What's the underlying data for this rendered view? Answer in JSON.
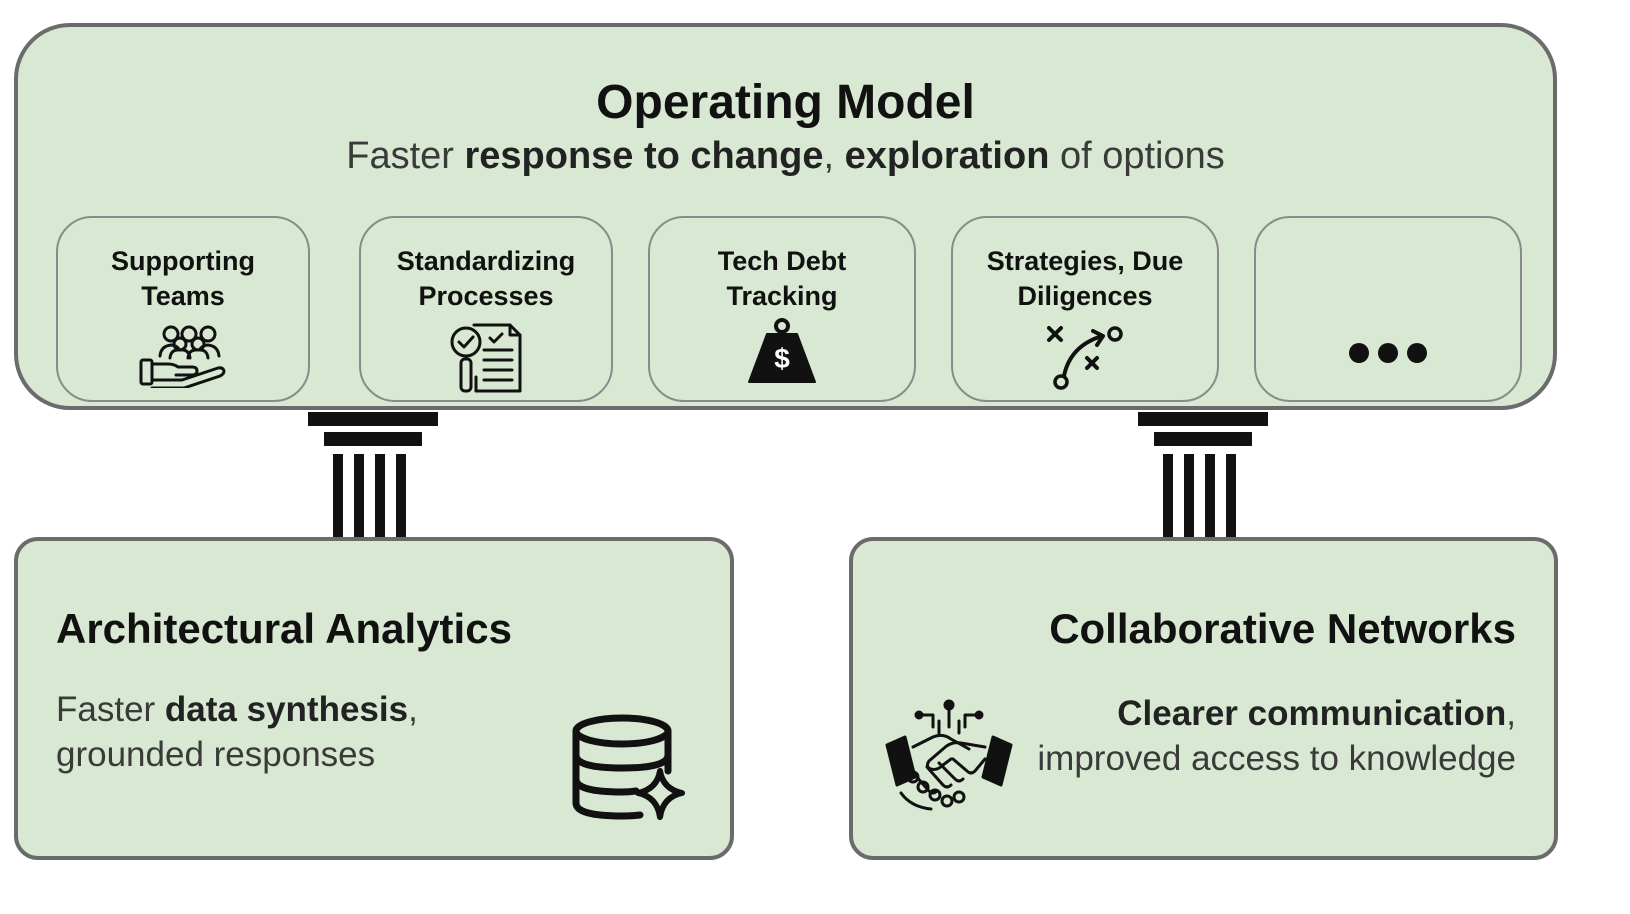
{
  "operating_model": {
    "title": "Operating Model",
    "subtitle": {
      "part1": "Faster ",
      "bold1": "response to change",
      "part2": ", ",
      "bold2": "exploration",
      "part3": " of options"
    },
    "cards": [
      {
        "line1": "Supporting",
        "line2": "Teams",
        "icon": "hand-holding-people-icon"
      },
      {
        "line1": "Standardizing",
        "line2": "Processes",
        "icon": "checklist-magnifier-icon"
      },
      {
        "line1": "Tech Debt",
        "line2": "Tracking",
        "icon": "money-weight-icon"
      },
      {
        "line1": "Strategies, Due",
        "line2": "Diligences",
        "icon": "strategy-play-icon"
      },
      {
        "line1": "",
        "line2": "",
        "icon": "more-dots-icon"
      }
    ]
  },
  "architectural_analytics": {
    "title": "Architectural Analytics",
    "desc": {
      "part1": "Faster ",
      "bold1": "data synthesis",
      "part2": ",",
      "line2": "grounded responses"
    },
    "icon": "database-sparkle-icon"
  },
  "collaborative_networks": {
    "title": "Collaborative Networks",
    "desc": {
      "bold1": "Clearer communication",
      "part1": ",",
      "line2": "improved access to knowledge"
    },
    "icon": "robot-handshake-icon"
  },
  "colors": {
    "panel_fill": "#d9e8d2",
    "panel_border": "#6b6b6b",
    "pillar": "#111111"
  }
}
